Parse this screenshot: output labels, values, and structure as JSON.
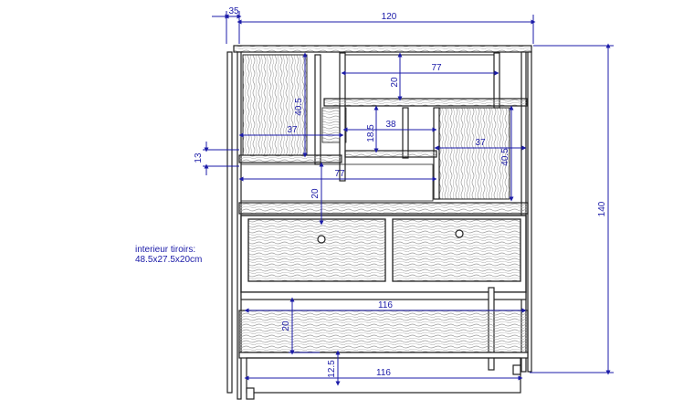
{
  "diagram": {
    "colors": {
      "dimension": "#1b1ba8",
      "frame": "#222222",
      "wood": "#8a8a8a"
    },
    "dimensions": {
      "depth": "35",
      "total_width": "120",
      "total_height": "140",
      "upper_shelf_width": "77",
      "upper_gap_height": "20",
      "left_column_height": "40.5",
      "middle_box_width": "38",
      "middle_box_height": "18.5",
      "left_shelf_width": "37",
      "right_shelf_width": "37",
      "right_column_height": "40.5",
      "small_offset": "13",
      "lower_shelf_width": "77",
      "lower_gap_height": "20",
      "bottom_shelf_width": "116",
      "bottom_gap_height": "20",
      "leg_height": "12.5",
      "base_width": "116"
    },
    "note": {
      "line1": "interieur tiroirs:",
      "line2": "48.5x27.5x20cm"
    }
  }
}
